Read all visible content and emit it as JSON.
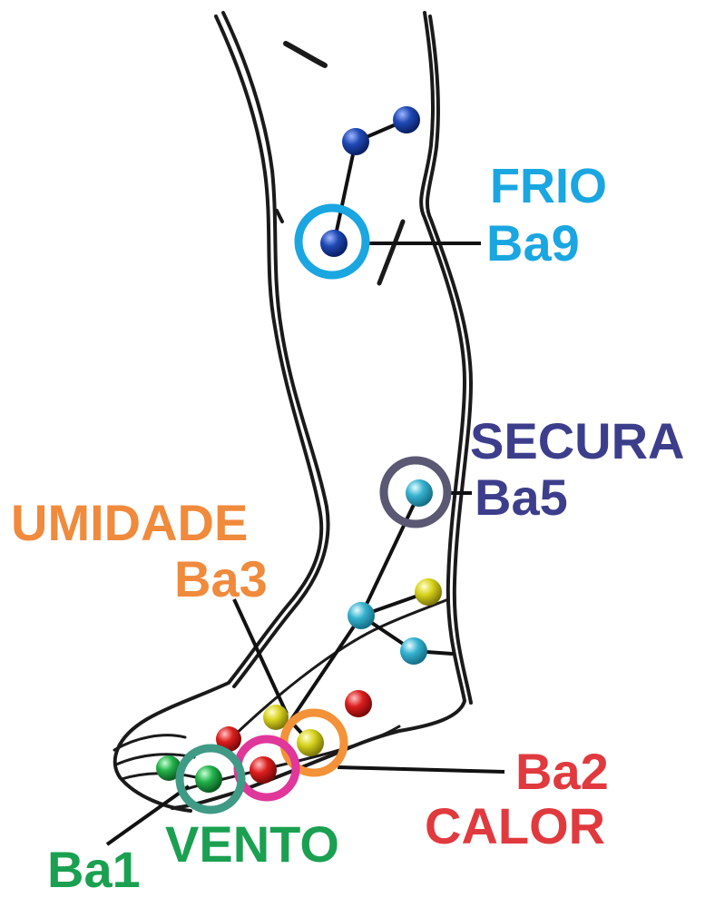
{
  "colors": {
    "frio": "#1aa6e0",
    "secura": "#3c3e8c",
    "umidade": "#f08a3c",
    "calor": "#e03a3e",
    "vento": "#1aa050",
    "ring_frio": "#1aa6e0",
    "ring_secura": "#5a5872",
    "ring_umidade": "#f39238",
    "ring_calor": "#e0379a",
    "ring_vento": "#3f9a86",
    "point_blue": "#1f49b5",
    "point_cyan": "#35b2cf",
    "point_yellow": "#d8d21c",
    "point_red": "#dd1e1e",
    "point_green": "#22b24a",
    "outline": "#1a1a1a"
  },
  "labels": {
    "frio": "FRIO",
    "ba9": "Ba9",
    "secura": "SECURA",
    "ba5": "Ba5",
    "umidade": "UMIDADE",
    "ba3": "Ba3",
    "ba2": "Ba2",
    "calor": "CALOR",
    "vento": "VENTO",
    "ba1": "Ba1"
  }
}
